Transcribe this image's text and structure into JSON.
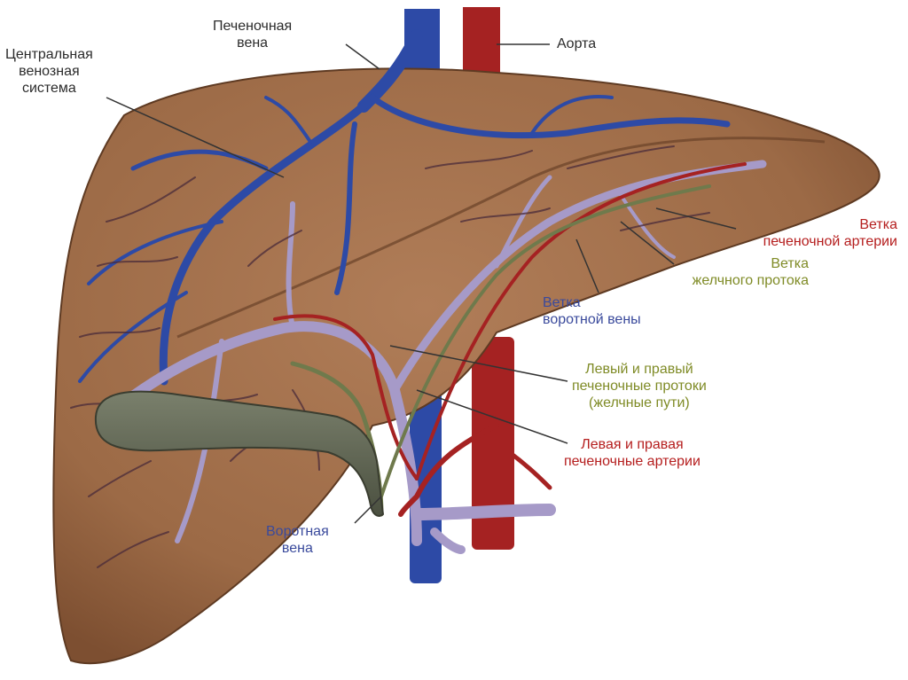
{
  "labels": {
    "hepatic_vein": [
      "Печеночная",
      "вена"
    ],
    "aorta": [
      "Аорта"
    ],
    "central_venous_system": [
      "Центральная",
      "венозная",
      "система"
    ],
    "hepatic_artery_branch": [
      "Ветка",
      "печеночной артерии"
    ],
    "bile_duct_branch": [
      "Ветка",
      "желчного протока"
    ],
    "portal_vein_branch": [
      "Ветка",
      "воротной вены"
    ],
    "hepatic_ducts": [
      "Левый и правый",
      "печеночные протоки",
      "(желчные пути)"
    ],
    "hepatic_arteries": [
      "Левая и правая",
      "печеночные артерии"
    ],
    "portal_vein": [
      "Воротная",
      "вена"
    ]
  },
  "colors": {
    "liver": "#a6734e",
    "liver_shade": "#7d4f31",
    "vein": "#2d4aa6",
    "artery": "#a52222",
    "portal": "#a69ac8",
    "bile": "#6f7a4c",
    "gallbladder": "#5f6652",
    "label_red": "#b51e1e",
    "label_green": "#7f8b26",
    "label_blue": "#3a4a9c"
  }
}
